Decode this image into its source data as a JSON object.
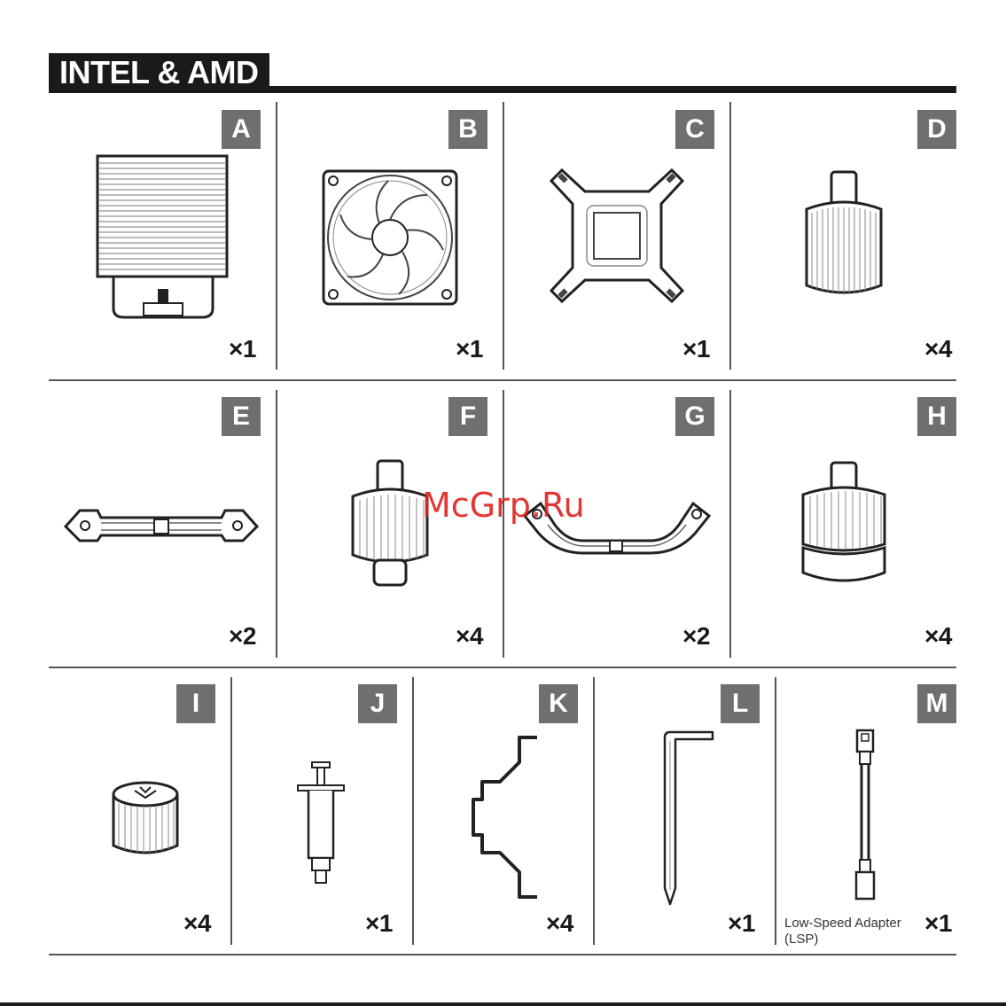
{
  "heading": "INTEL & AMD",
  "parts": {
    "A": {
      "letter": "A",
      "qty": "×1",
      "icon": "cpu-cooler-heatsink"
    },
    "B": {
      "letter": "B",
      "qty": "×1",
      "icon": "fan"
    },
    "C": {
      "letter": "C",
      "qty": "×1",
      "icon": "backplate"
    },
    "D": {
      "letter": "D",
      "qty": "×4",
      "icon": "standoff"
    },
    "E": {
      "letter": "E",
      "qty": "×2",
      "icon": "mounting-bar-flat"
    },
    "F": {
      "letter": "F",
      "qty": "×4",
      "icon": "standoff-double"
    },
    "G": {
      "letter": "G",
      "qty": "×2",
      "icon": "mounting-bar-curved"
    },
    "H": {
      "letter": "H",
      "qty": "×4",
      "icon": "standoff-sleeve"
    },
    "I": {
      "letter": "I",
      "qty": "×4",
      "icon": "thumb-nut"
    },
    "J": {
      "letter": "J",
      "qty": "×1",
      "icon": "thermal-paste-syringe"
    },
    "K": {
      "letter": "K",
      "qty": "×4",
      "icon": "fan-clip"
    },
    "L": {
      "letter": "L",
      "qty": "×1",
      "icon": "hex-key"
    },
    "M": {
      "letter": "M",
      "qty": "×1",
      "icon": "lsp-cable",
      "note": "Low-Speed Adapter\n(LSP)"
    }
  },
  "watermark": "McGrp.Ru"
}
